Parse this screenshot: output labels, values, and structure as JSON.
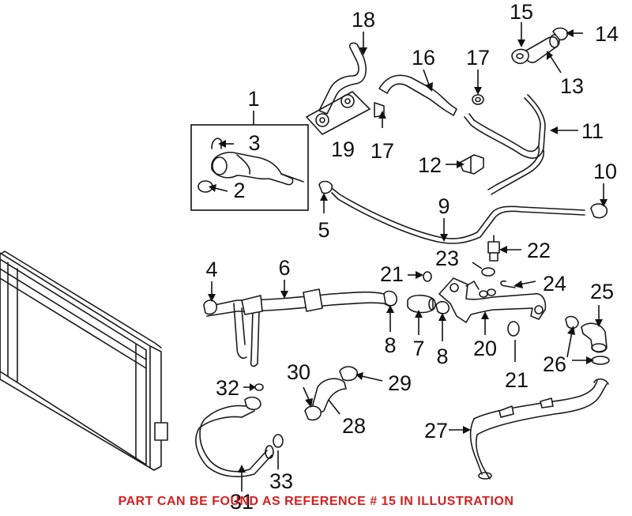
{
  "note": {
    "text": "PART CAN BE FOUND AS REFERENCE # 15 IN ILLUSTRATION",
    "color": "#d42020"
  },
  "callouts": {
    "c1": "1",
    "c2": "2",
    "c3": "3",
    "c4": "4",
    "c5": "5",
    "c6": "6",
    "c7": "7",
    "c8a": "8",
    "c8b": "8",
    "c9": "9",
    "c10": "10",
    "c11": "11",
    "c12": "12",
    "c13": "13",
    "c14": "14",
    "c15": "15",
    "c16": "16",
    "c17a": "17",
    "c17b": "17",
    "c18": "18",
    "c19": "19",
    "c20": "20",
    "c21a": "21",
    "c21b": "21",
    "c22": "22",
    "c23": "23",
    "c24": "24",
    "c25": "25",
    "c26": "26",
    "c27": "27",
    "c28": "28",
    "c29": "29",
    "c30": "30",
    "c31": "31",
    "c32": "32",
    "c33": "33"
  }
}
